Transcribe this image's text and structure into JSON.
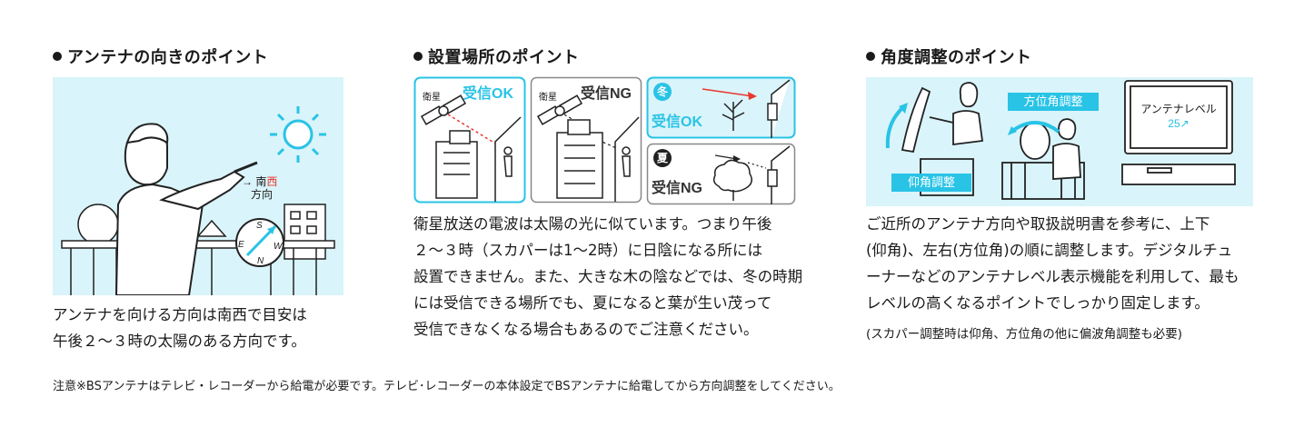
{
  "sections": [
    {
      "title": "アンテナの向きのポイント",
      "illustration": {
        "direction_label_1": "南",
        "direction_label_1b": "西",
        "direction_label_2": "方向",
        "compass": [
          "S",
          "E",
          "W",
          "N"
        ]
      },
      "body": "アンテナを向ける方向は南西で目安は\n午後２～３時の太陽のある方向です。"
    },
    {
      "title": "設置場所のポイント",
      "panels": [
        {
          "tag": "衛星",
          "status": "受信OK"
        },
        {
          "tag": "衛星",
          "status": "受信NG"
        },
        {
          "season": "冬",
          "status": "受信OK"
        },
        {
          "season": "夏",
          "status": "受信NG"
        }
      ],
      "body": "衛星放送の電波は太陽の光に似ています。つまり午後\n２～３時（スカパーは1～2時）に日陰になる所には\n設置できません。また、大きな木の陰などでは、冬の時期\nには受信できる場所でも、夏になると葉が生い茂って\n受信できなくなる場合もあるのでご注意ください。"
    },
    {
      "title": "角度調整のポイント",
      "illustration": {
        "elevation_label": "仰角調整",
        "azimuth_label": "方位角調整",
        "tv_label": "アンテナレベル",
        "tv_value": "25↗"
      },
      "body": "ご近所のアンテナ方向や取扱説明書を参考に、上下\n(仰角)、左右(方位角)の順に調整します。デジタルチュ\nーナーなどのアンテナレベル表示機能を利用して、最も\nレベルの高くなるポイントでしっかり固定します。",
      "note": "(スカパー調整時は仰角、方位角の他に偏波角調整も必要)"
    }
  ],
  "footnote": "注意※BSアンテナはテレビ・レコーダーから給電が必要です。テレビ･レコーダーの本体設定でBSアンテナに給電してから方向調整をしてください。",
  "colors": {
    "cyan_bg": "#d9f4fa",
    "cyan": "#29c3e6",
    "red": "#e8382d",
    "text": "#1a1a1a"
  }
}
